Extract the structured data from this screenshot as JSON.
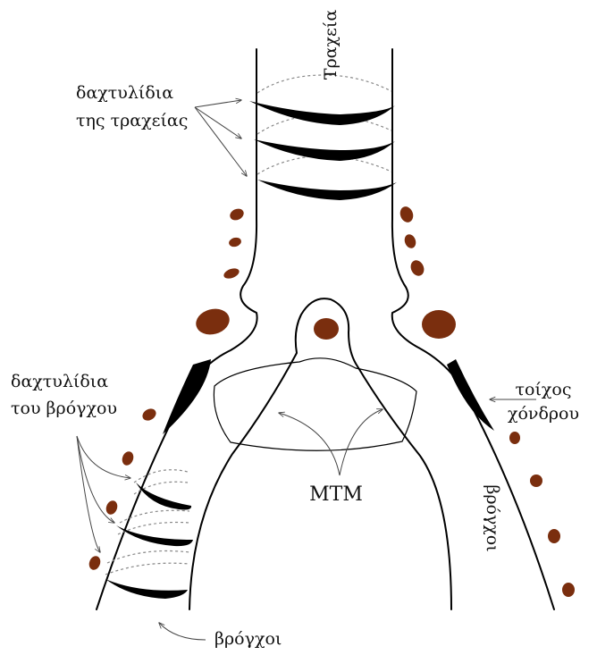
{
  "labels": {
    "trachea": "Τραχεία",
    "trachea_rings_line1": "δαχτυλίδια",
    "trachea_rings_line2": "της τραχείας",
    "bronchus_rings_line1": "δαχτυλίδια",
    "bronchus_rings_line2": "του βρόγχου",
    "wall_line1": "τοίχος",
    "wall_line2": "χόνδρου",
    "mtm": "MTM",
    "bronchi_vertical": "βρόγχοι",
    "bronchi_bottom": "βρόγχοι"
  },
  "colors": {
    "cartilage": "#000000",
    "nodule": "#7a2e0e",
    "outline": "#000000",
    "dashed_ring": "#888888"
  }
}
